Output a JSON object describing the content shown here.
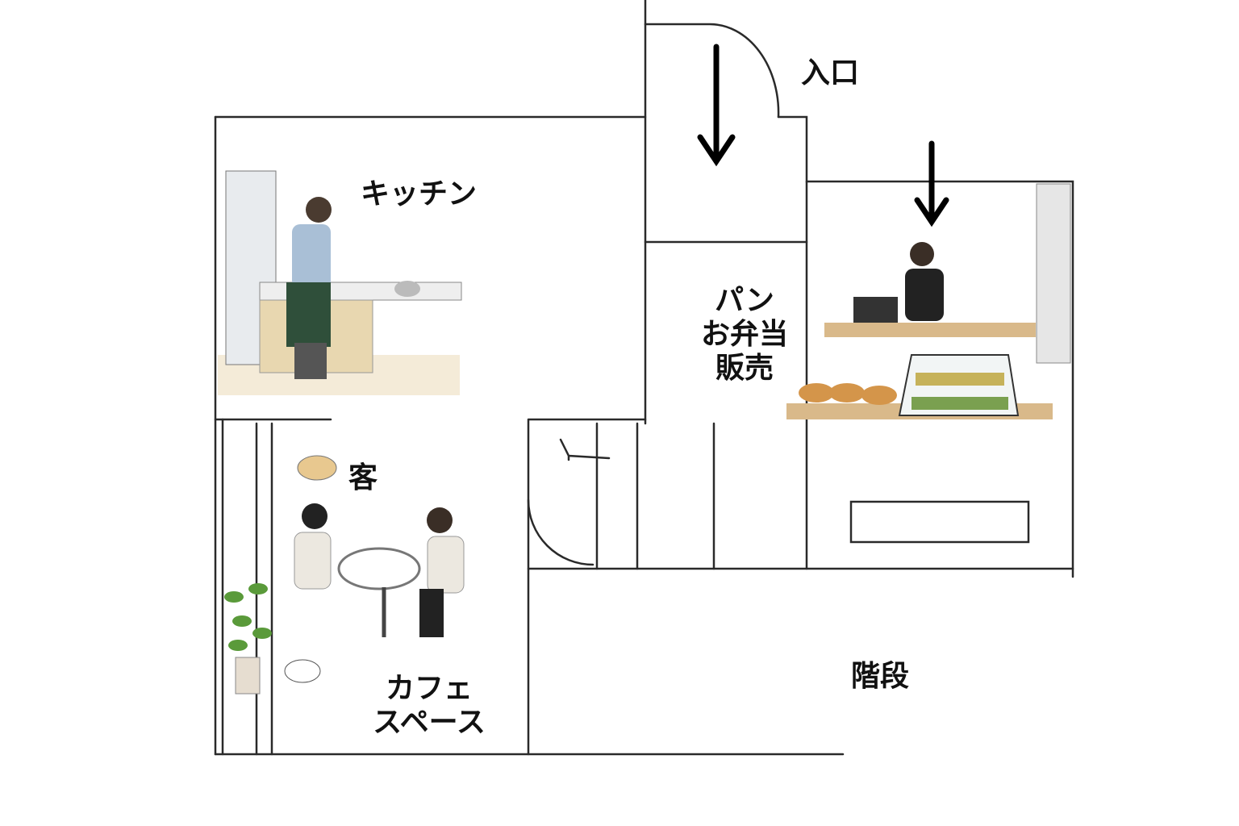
{
  "labels": {
    "entrance": "入口",
    "kitchen": "キッチン",
    "sales_line1": "パン",
    "sales_line2": "お弁当",
    "sales_line3": "販売",
    "customer": "客",
    "cafe_line1": "カフェ",
    "cafe_line2": "スペース",
    "stairs": "階段"
  },
  "colors": {
    "wall": "#2a2a2a",
    "counter_wood": "#d9b98a",
    "apron": "#2f4f3a",
    "plant": "#5a9a3a"
  }
}
